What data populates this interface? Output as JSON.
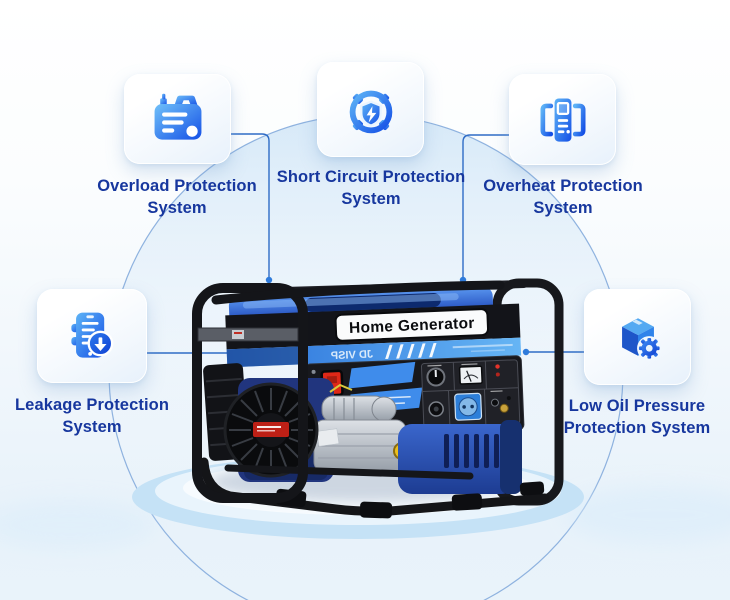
{
  "cards": [
    {
      "id": "overload",
      "icon": "generator-icon",
      "lines": [
        "Overload Protection",
        "System"
      ]
    },
    {
      "id": "short-circuit",
      "icon": "shield-lightning-icon",
      "lines": [
        "Short Circuit Protection",
        "System"
      ]
    },
    {
      "id": "overheat",
      "icon": "inverter-panel-icon",
      "lines": [
        "Overheat Protection",
        "System"
      ]
    },
    {
      "id": "leakage",
      "icon": "tablet-download-icon",
      "lines": [
        "Leakage Protection",
        "System"
      ]
    },
    {
      "id": "low-oil",
      "icon": "box-gear-icon",
      "lines": [
        "Low Oil Pressure",
        "Protection System"
      ]
    }
  ],
  "generator": {
    "nameplate": "Home Generator",
    "stripe_brand": "JD VISP"
  },
  "colors": {
    "label_text": "#17379e",
    "connector_line": "#2e6cc6",
    "connector_dot": "#2f7bdb",
    "dome_stroke": "#84abdc",
    "icon_gradient_start": "#6fc0f9",
    "icon_gradient_end": "#1550e6",
    "generator_blue": "#2a57c4",
    "platform_blue": "#c5e2f6"
  }
}
